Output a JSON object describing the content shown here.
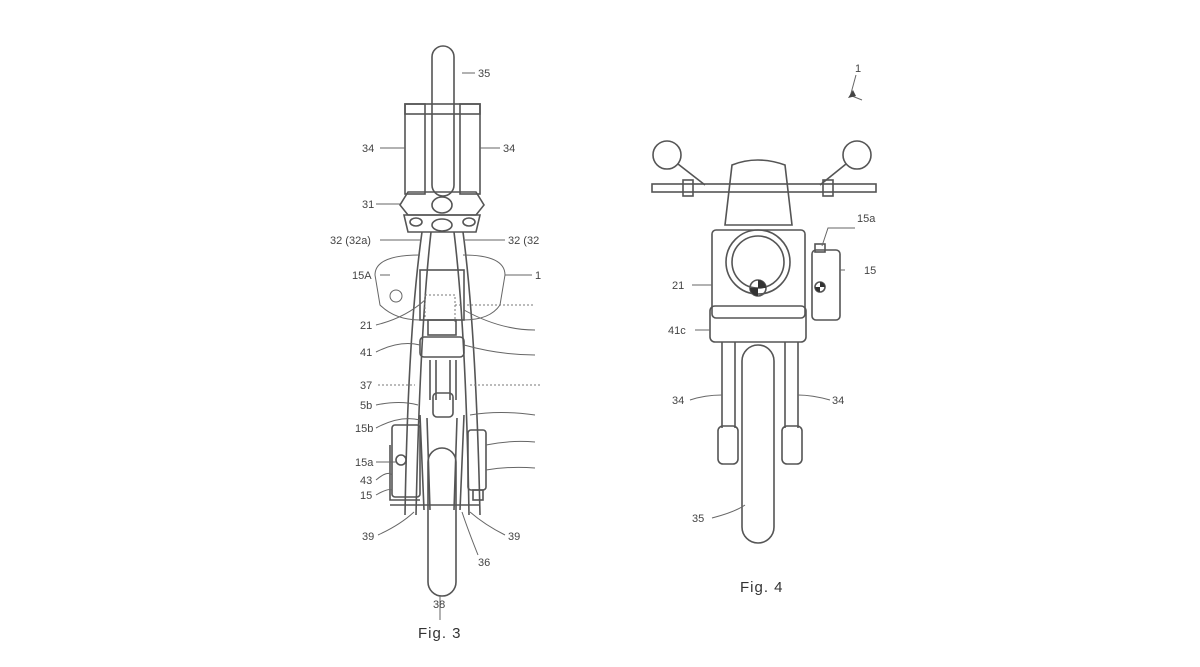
{
  "fig3": {
    "caption": "Fig. 3",
    "labels": {
      "l35": "35",
      "l34a": "34",
      "l34b": "34",
      "l31": "31",
      "l32a": "32 (32a)",
      "l32b": "32 (32",
      "l15A": "15A",
      "l1": "1",
      "l21": "21",
      "l41": "41",
      "l37": "37",
      "l5b": "5b",
      "l15b": "15b",
      "l15a": "15a",
      "l43": "43",
      "l15": "15",
      "l39a": "39",
      "l39b": "39",
      "l36": "36",
      "l38": "38"
    }
  },
  "fig4": {
    "caption": "Fig. 4",
    "labels": {
      "l1": "1",
      "l15a": "15a",
      "l15": "15",
      "l21": "21",
      "l41c": "41c",
      "l34a": "34",
      "l34b": "34",
      "l35": "35"
    }
  }
}
